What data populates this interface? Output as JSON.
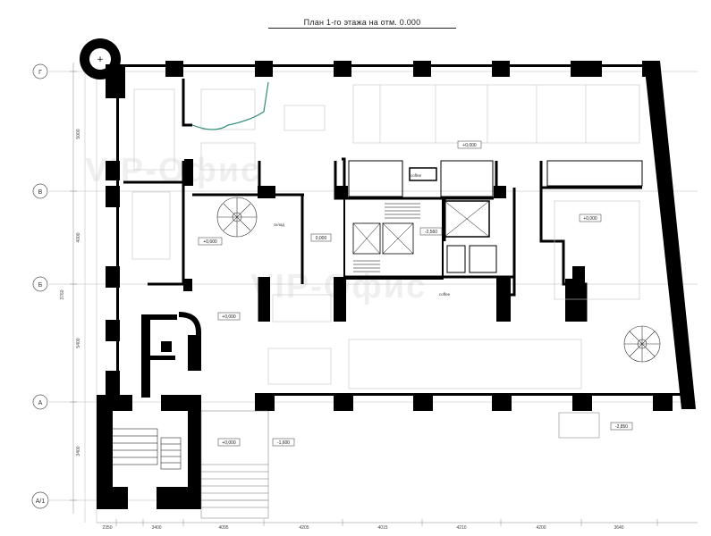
{
  "plan": {
    "title": "План 1-го этажа на отм. 0.000",
    "axes": {
      "rows": [
        {
          "label": "Г"
        },
        {
          "label": "В"
        },
        {
          "label": "Б"
        },
        {
          "label": "А"
        },
        {
          "label": "А/1"
        }
      ],
      "row_dimensions": [
        "5000",
        "4000",
        "3760",
        "5400",
        "3400"
      ],
      "bottom_dimensions": [
        "2350",
        "3400",
        "4095",
        "4205",
        "4015",
        "4210",
        "4200",
        "3640"
      ]
    },
    "elevations": [
      "+0,000",
      "+0,600",
      "0,000",
      "-2,560",
      "+0,000",
      "+0,000",
      "+0,000",
      "-1,600",
      "-2,850"
    ],
    "room_labels": [
      "coffee",
      "coffee",
      "склад"
    ],
    "watermark": "VIP-Офис"
  }
}
